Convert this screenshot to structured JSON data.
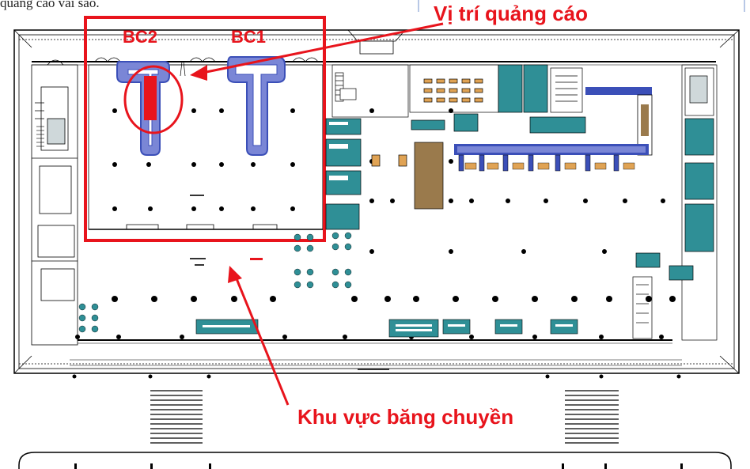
{
  "page": {
    "top_caption": "quảng cáo vài sáo."
  },
  "labels": {
    "ad_position": "Vị trí quảng cáo",
    "belt_area": "Khu vực băng chuyền",
    "bc1": "BC1",
    "bc2": "BC2"
  },
  "colors": {
    "highlight_red": "#e8141c",
    "belt_blue": "#3b4fb8",
    "room_teal": "#2f8f96",
    "wall_black": "#000000",
    "shop_brown": "#9a7a4c"
  }
}
